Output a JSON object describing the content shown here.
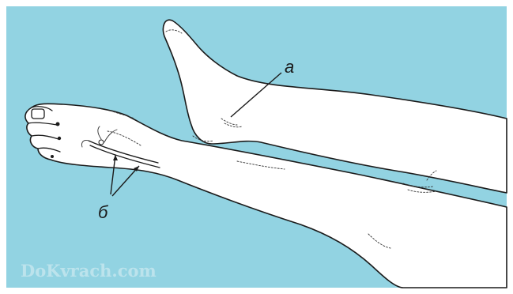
{
  "figure": {
    "labels": {
      "a": "а",
      "b": "б"
    },
    "watermark": "DoKvrach.com"
  },
  "colors": {
    "background": "#92d3e2",
    "frame": "#ffffff",
    "outline": "#1b1b1b",
    "skin": "#ffffff"
  }
}
